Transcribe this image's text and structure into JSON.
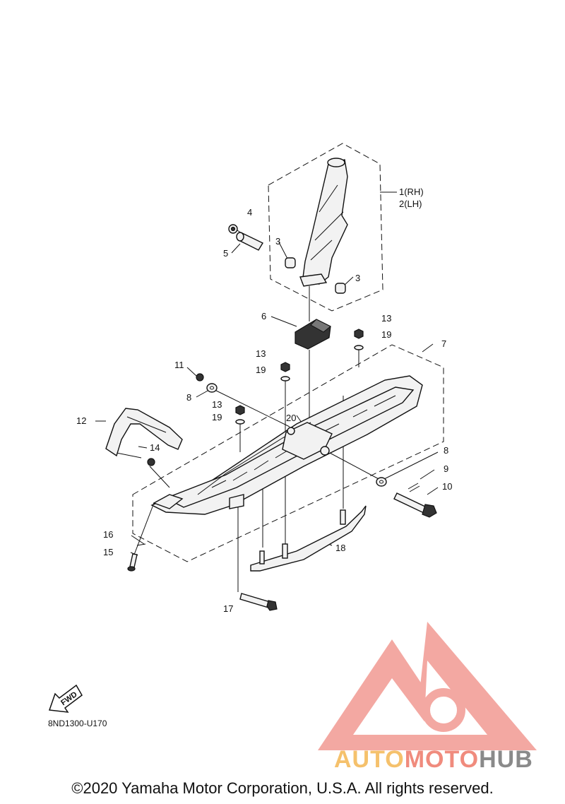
{
  "callouts": {
    "c1": "1(RH)",
    "c2": "2(LH)",
    "c3a": "3",
    "c3b": "3",
    "c4": "4",
    "c5": "5",
    "c6": "6",
    "c7": "7",
    "c8a": "8",
    "c8b": "8",
    "c9": "9",
    "c10": "10",
    "c11": "11",
    "c12": "12",
    "c13a": "13",
    "c13b": "13",
    "c13c": "13",
    "c14": "14",
    "c15": "15",
    "c16": "16",
    "c17": "17",
    "c18": "18",
    "c19a": "19",
    "c19b": "19",
    "c19c": "19",
    "c20": "20"
  },
  "fwd_label": "FWD",
  "drawing_code": "8ND1300-U170",
  "copyright": "©2020 Yamaha Motor Corporation, U.S.A. All rights reserved.",
  "watermark": {
    "part1": "AUTO",
    "part2": "MOTO",
    "part3": "HUB",
    "colors": {
      "auto": "#f5c16c",
      "moto": "#f08b7d",
      "hub": "#8a8a8a",
      "logo": "#f29a92"
    }
  }
}
